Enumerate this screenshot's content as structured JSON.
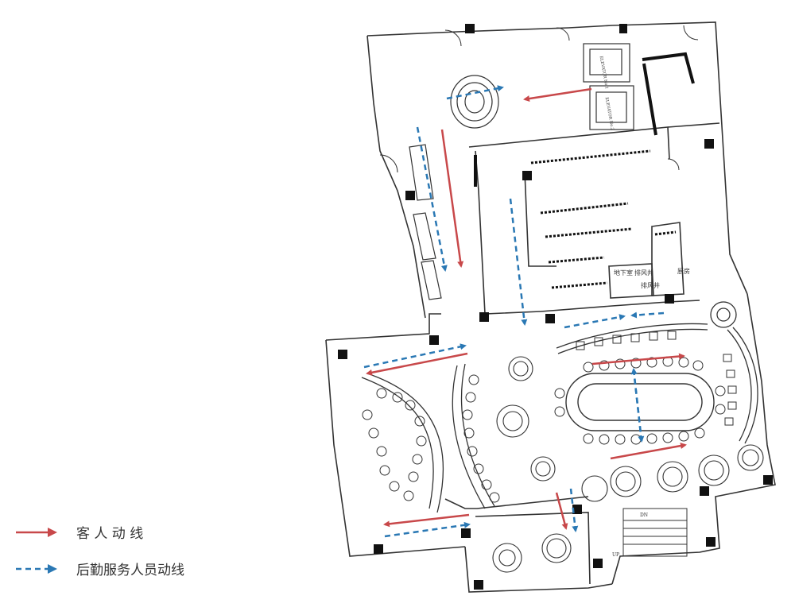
{
  "colors": {
    "guest": "#c8484a",
    "service": "#2a78b4",
    "line": "#333333",
    "fill": "#111111"
  },
  "legend": {
    "guest_label": "客 人 动 线",
    "service_label": "后勤服务人员动线"
  },
  "labels": {
    "elevator_1": "ELEVATOR No.1",
    "elevator_2": "ELEVATOR No.2",
    "basement": "地下室",
    "exhaust": "排风井",
    "kitchen": "厨房",
    "stair_dn": "DN",
    "stair_up": "UP"
  }
}
